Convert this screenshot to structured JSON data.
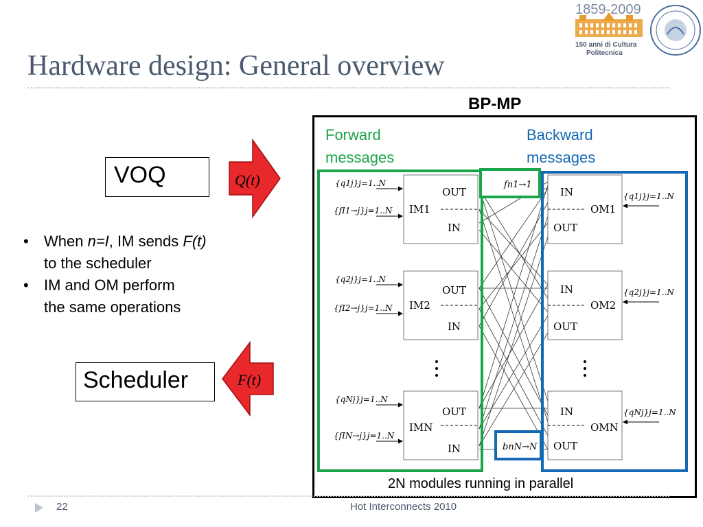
{
  "slide": {
    "title": "Hardware design: General overview",
    "page_number": "22",
    "footer_text": "Hot Interconnects 2010"
  },
  "logo": {
    "years": "1859-2009",
    "line1": "150 anni di Cultura",
    "line2": "Politecnica"
  },
  "left": {
    "voq_label": "VOQ",
    "scheduler_label": "Scheduler",
    "q_symbol": "Q(t)",
    "f_symbol": "F(t)",
    "bullets": [
      {
        "before": "When ",
        "em1": "n=I",
        "middle": ", IM sends ",
        "em2": "F(t)",
        "line2": "to the scheduler"
      },
      {
        "line1": "IM and OM perform",
        "line2": "the same operations"
      }
    ]
  },
  "diagram": {
    "title": "BP-MP",
    "forward_line1": "Forward",
    "forward_line2": "messages",
    "backward_line1": "Backward",
    "backward_line2": "messages",
    "caption": "2N modules running in parallel",
    "out_label": "OUT",
    "in_label": "IN",
    "im_modules": [
      "IM1",
      "IM2",
      "IMN"
    ],
    "om_modules": [
      "OM1",
      "OM2",
      "OMN"
    ],
    "q_inputs": [
      "{q1j}j=1..N",
      "{q2j}j=1..N",
      "{qNj}j=1..N"
    ],
    "f_inputs": [
      "{fI1→j}j=1..N",
      "{fI2→j}j=1..N",
      "{fIN→j}j=1..N"
    ],
    "top_msg": "fn1→1",
    "bottom_msg": "bnN→N",
    "colors": {
      "forward": "#1aa54a",
      "backward": "#1369b3",
      "arrow": "#e8282b"
    }
  }
}
